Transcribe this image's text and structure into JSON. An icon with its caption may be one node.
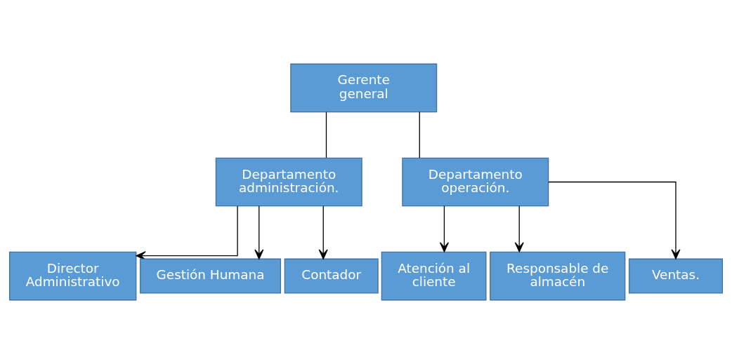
{
  "diagram": {
    "nodes": [
      {
        "text": [
          "Gerente general"
        ]
      },
      {
        "text": [
          "Departamento administración."
        ]
      },
      {
        "text": [
          "Departamento operación."
        ]
      },
      {
        "text": [
          "Director Administrativo"
        ]
      },
      {
        "text": [
          "Gestión Humana"
        ]
      },
      {
        "text": [
          "Contador"
        ]
      },
      {
        "text": [
          "Atención al cliente"
        ]
      },
      {
        "text": [
          "Responsable de almacén"
        ]
      },
      {
        "text": [
          "Ventas."
        ]
      }
    ],
    "edges": [
      {
        "from": 0,
        "to": 1,
        "arrow": "none"
      },
      {
        "from": 0,
        "to": 2,
        "arrow": "none"
      },
      {
        "from": 1,
        "to": 3,
        "arrow": "to"
      },
      {
        "from": 1,
        "to": 4,
        "arrow": "to"
      },
      {
        "from": 1,
        "to": 5,
        "arrow": "to"
      },
      {
        "from": 2,
        "to": 6,
        "arrow": "to"
      },
      {
        "from": 2,
        "to": 7,
        "arrow": "to"
      },
      {
        "from": 2,
        "to": 8,
        "arrow": "to"
      }
    ]
  }
}
